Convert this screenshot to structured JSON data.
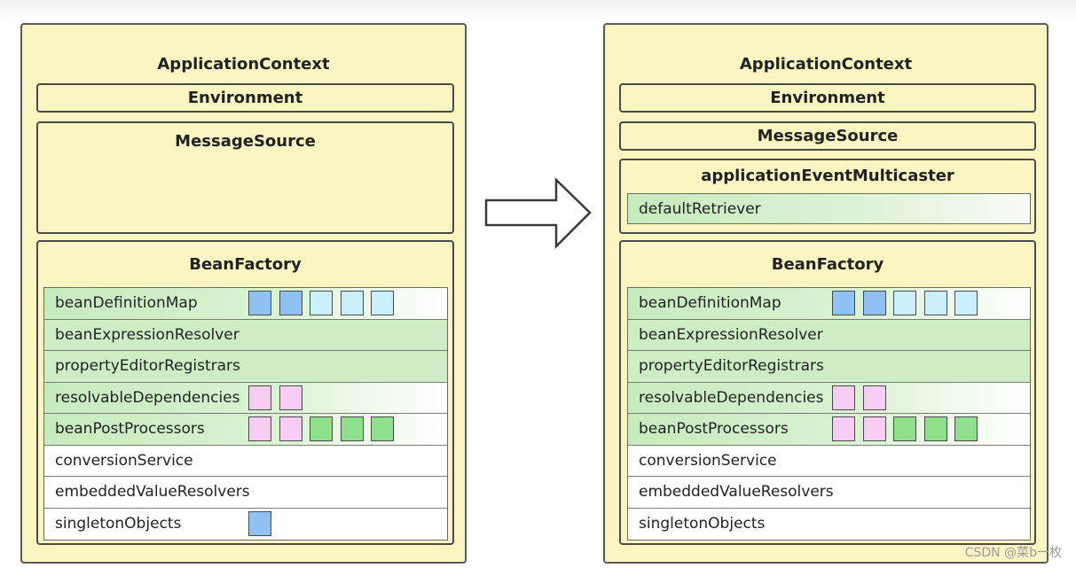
{
  "panels": {
    "left": {
      "application_context": "ApplicationContext",
      "environment": "Environment",
      "message_source": "MessageSource",
      "bean_factory": "BeanFactory",
      "rows": [
        {
          "label": "beanDefinitionMap",
          "squares": [
            "blue",
            "blue",
            "lightblue",
            "lightblue",
            "lightblue"
          ]
        },
        {
          "label": "beanExpressionResolver",
          "squares": []
        },
        {
          "label": "propertyEditorRegistrars",
          "squares": []
        },
        {
          "label": "resolvableDependencies",
          "squares": [
            "pink",
            "pink"
          ]
        },
        {
          "label": "beanPostProcessors",
          "squares": [
            "pink",
            "pink",
            "green",
            "green",
            "green"
          ]
        },
        {
          "label": "conversionService",
          "squares": []
        },
        {
          "label": "embeddedValueResolvers",
          "squares": []
        },
        {
          "label": "singletonObjects",
          "squares": [
            "blue"
          ]
        }
      ]
    },
    "right": {
      "application_context": "ApplicationContext",
      "environment": "Environment",
      "message_source": "MessageSource",
      "event_multicaster": "applicationEventMulticaster",
      "default_retriever": "defaultRetriever",
      "bean_factory": "BeanFactory",
      "rows": [
        {
          "label": "beanDefinitionMap",
          "squares": [
            "blue",
            "blue",
            "lightblue",
            "lightblue",
            "lightblue"
          ]
        },
        {
          "label": "beanExpressionResolver",
          "squares": []
        },
        {
          "label": "propertyEditorRegistrars",
          "squares": []
        },
        {
          "label": "resolvableDependencies",
          "squares": [
            "pink",
            "pink"
          ]
        },
        {
          "label": "beanPostProcessors",
          "squares": [
            "pink",
            "pink",
            "green",
            "green",
            "green"
          ]
        },
        {
          "label": "conversionService",
          "squares": []
        },
        {
          "label": "embeddedValueResolvers",
          "squares": []
        },
        {
          "label": "singletonObjects",
          "squares": []
        }
      ]
    }
  },
  "watermark": "CSDN @菜b一枚",
  "colors": {
    "panel": "#fbf5c2",
    "blue": "#8fc1f4",
    "lightblue": "#c9f0fb",
    "pink": "#f7cdf6",
    "green": "#8fe08a",
    "row_green": "#cdeec4"
  }
}
